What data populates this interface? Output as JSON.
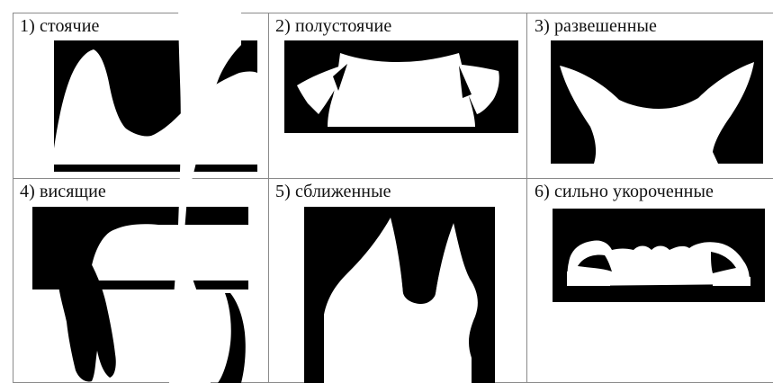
{
  "colors": {
    "silhouette": "#000000",
    "background": "#ffffff",
    "grid": "#8a8a8a"
  },
  "cells": [
    {
      "label": "1) стоячие",
      "figure": "erect-ears-figure"
    },
    {
      "label": "2) полустоячие",
      "figure": "semi-erect-ears-figure"
    },
    {
      "label": "3) развешенные",
      "figure": "spread-ears-figure"
    },
    {
      "label": "4) висящие",
      "figure": "hanging-ears-figure"
    },
    {
      "label": "5) сближенные",
      "figure": "close-set-ears-figure"
    },
    {
      "label": "6) сильно укороченные",
      "figure": "greatly-shortened-ears-figure"
    }
  ]
}
